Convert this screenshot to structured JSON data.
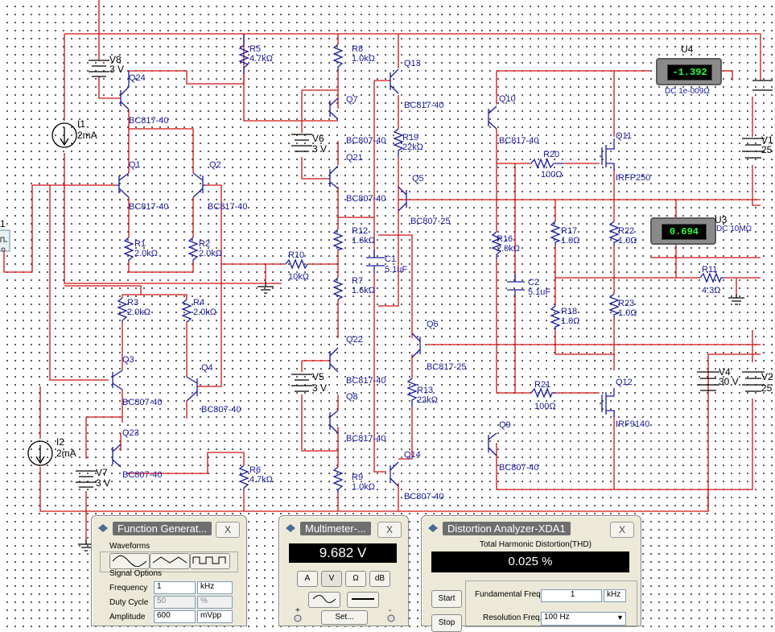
{
  "components": {
    "V8": {
      "ref": "V8",
      "value": "3 V"
    },
    "V6": {
      "ref": "V6",
      "value": "3 V"
    },
    "V5": {
      "ref": "V5",
      "value": "3 V"
    },
    "V7": {
      "ref": "V7",
      "value": "3 V"
    },
    "V4": {
      "ref": "V4",
      "value": "30 V"
    },
    "V1": {
      "ref": "V1",
      "value": "25"
    },
    "V2": {
      "ref": "V2",
      "value": "25"
    },
    "I1": {
      "ref": "I1",
      "value": "2mA"
    },
    "I2": {
      "ref": "I2",
      "value": "2mA"
    },
    "R1": {
      "ref": "R1",
      "value": "2.0kΩ"
    },
    "R2": {
      "ref": "R2",
      "value": "2.0kΩ"
    },
    "R3": {
      "ref": "R3",
      "value": "2.0kΩ"
    },
    "R4": {
      "ref": "R4",
      "value": "2.0kΩ"
    },
    "R5": {
      "ref": "R5",
      "value": "4.7kΩ"
    },
    "R6": {
      "ref": "R6",
      "value": "4.7kΩ"
    },
    "R7": {
      "ref": "R7",
      "value": "1.6kΩ"
    },
    "R8": {
      "ref": "R8",
      "value": "1.0kΩ"
    },
    "R9": {
      "ref": "R9",
      "value": "1.0kΩ"
    },
    "R10": {
      "ref": "R10",
      "value": "10kΩ"
    },
    "R11": {
      "ref": "R11",
      "value": "4.3Ω"
    },
    "R12": {
      "ref": "R12",
      "value": "1.6kΩ"
    },
    "R13": {
      "ref": "R13",
      "value": "22kΩ"
    },
    "R16": {
      "ref": "R16",
      "value": "2.0kΩ"
    },
    "R17": {
      "ref": "R17",
      "value": "1.0Ω"
    },
    "R18": {
      "ref": "R18",
      "value": "1.0Ω"
    },
    "R19": {
      "ref": "R19",
      "value": "22kΩ"
    },
    "R20": {
      "ref": "R20",
      "value": "100Ω"
    },
    "R21": {
      "ref": "R21",
      "value": "100Ω"
    },
    "R22": {
      "ref": "R22",
      "value": "1.0Ω"
    },
    "R23": {
      "ref": "R23",
      "value": "1.0Ω"
    },
    "C1": {
      "ref": "C1",
      "value": "5.1uF"
    },
    "C2": {
      "ref": "C2",
      "value": "5.1uF"
    },
    "Q1": {
      "ref": "Q1",
      "value": "BC817-40"
    },
    "Q2": {
      "ref": "Q2",
      "value": "BC817-40"
    },
    "Q3": {
      "ref": "Q3",
      "value": "BC807-40"
    },
    "Q4": {
      "ref": "Q4",
      "value": "BC807-40"
    },
    "Q5": {
      "ref": "Q5",
      "value": "BC807-25"
    },
    "Q6": {
      "ref": "Q6",
      "value": "BC817-25"
    },
    "Q7": {
      "ref": "Q7",
      "value": "BC807-40"
    },
    "Q8": {
      "ref": "Q8",
      "value": "BC817-40"
    },
    "Q9": {
      "ref": "Q9",
      "value": "BC807-40"
    },
    "Q10": {
      "ref": "Q10",
      "value": "BC817-40"
    },
    "Q11": {
      "ref": "Q11",
      "value": "IRFP250"
    },
    "Q12": {
      "ref": "Q12",
      "value": "IRF9140"
    },
    "Q13": {
      "ref": "Q13",
      "value": "BC817-40"
    },
    "Q14": {
      "ref": "Q14",
      "value": "BC807-40"
    },
    "Q21": {
      "ref": "Q21",
      "value": "BC807-40"
    },
    "Q22": {
      "ref": "Q22",
      "value": "BC817-40"
    },
    "Q23": {
      "ref": "Q23",
      "value": "BC807-40"
    },
    "Q24": {
      "ref": "Q24",
      "value": "BC817-40"
    },
    "XFG_ref": "1"
  },
  "meters": {
    "U4": {
      "ref": "U4",
      "reading": "-1.392",
      "caption": "DC  1e-009Ω"
    },
    "U3": {
      "ref": "U3",
      "reading": "0.694",
      "caption": "DC  10MΩ"
    }
  },
  "function_generator": {
    "title": "Function Generat...",
    "close_label": "X",
    "waveforms_label": "Waveforms",
    "signal_options_label": "Signal Options",
    "frequency_label": "Frequency",
    "frequency_value": "1",
    "frequency_unit": "kHz",
    "duty_cycle_label": "Duty Cycle",
    "duty_cycle_value": "50",
    "duty_cycle_unit": "%",
    "amplitude_label": "Amplitude",
    "amplitude_value": "600",
    "amplitude_unit": "mVpp"
  },
  "multimeter": {
    "title": "Multimeter-...",
    "close_label": "X",
    "reading": "9.682 V",
    "buttons": [
      "A",
      "V",
      "Ω",
      "dB"
    ],
    "plus": "+",
    "minus": "-",
    "set_label": "Set..."
  },
  "distortion_analyzer": {
    "title": "Distortion Analyzer-XDA1",
    "close_label": "X",
    "thd_label": "Total Harmonic Distortion(THD)",
    "thd_value": "0.025 %",
    "start_label": "Start",
    "stop_label": "Stop",
    "fundamental_label": "Fundamental Freq.",
    "fundamental_value": "1",
    "fundamental_unit": "kHz",
    "resolution_label": "Resolution Freq.",
    "resolution_value": "100 Hz"
  },
  "colors": {
    "wire": "#d01010",
    "component": "#1a1aa0",
    "meter_text": "#2cff3c"
  }
}
